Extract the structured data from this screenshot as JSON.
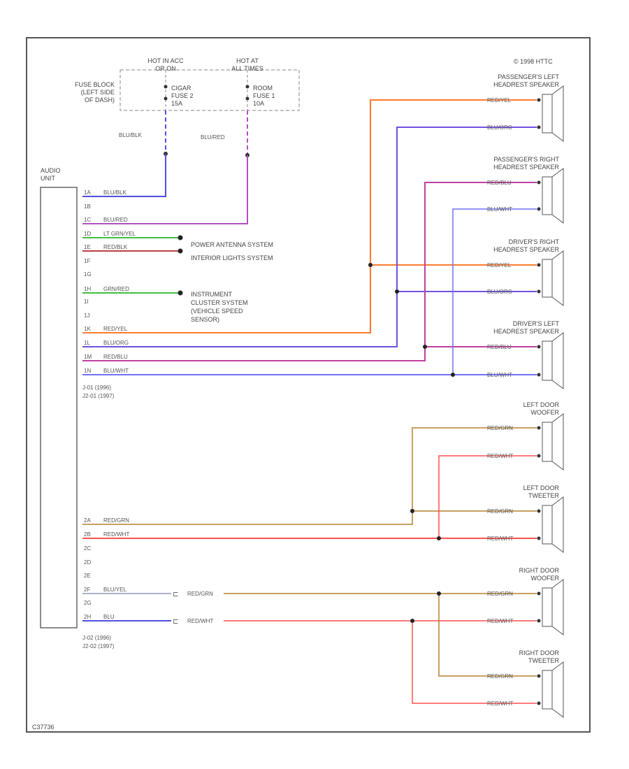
{
  "copyright": "© 1998 HTTC",
  "figure_id": "C37736",
  "fuse_block": {
    "label": [
      "FUSE BLOCK",
      "(LEFT SIDE",
      "OF DASH)"
    ],
    "hot_label_1": [
      "HOT IN ACC",
      "OR ON"
    ],
    "hot_label_2": [
      "HOT AT",
      "ALL TIMES"
    ],
    "fuse_1": [
      "CIGAR",
      "FUSE 2",
      "15A"
    ],
    "fuse_2": [
      "ROOM",
      "FUSE 1",
      "10A"
    ]
  },
  "audio_unit": {
    "label": [
      "AUDIO",
      "UNIT"
    ]
  },
  "feed_wires": [
    "BLU/BLK",
    "BLU/RED"
  ],
  "connector_a": [
    "J-01 (1996)",
    "J2-01 (1997)"
  ],
  "connector_b": [
    "J-02 (1996)",
    "J2-02 (1997)"
  ],
  "pins": [
    {
      "pin": "1A",
      "wire": "BLU/BLK"
    },
    {
      "pin": "1B",
      "wire": ""
    },
    {
      "pin": "1C",
      "wire": "BLU/RED"
    },
    {
      "pin": "1D",
      "wire": "LT GRN/YEL"
    },
    {
      "pin": "1E",
      "wire": "RED/BLK"
    },
    {
      "pin": "1F",
      "wire": ""
    },
    {
      "pin": "1G",
      "wire": ""
    },
    {
      "pin": "1H",
      "wire": "GRN/RED"
    },
    {
      "pin": "1I",
      "wire": ""
    },
    {
      "pin": "1J",
      "wire": ""
    },
    {
      "pin": "1K",
      "wire": "RED/YEL"
    },
    {
      "pin": "1L",
      "wire": "BLU/ORG"
    },
    {
      "pin": "1M",
      "wire": "RED/BLU"
    },
    {
      "pin": "1N",
      "wire": "BLU/WHT"
    },
    {
      "pin": "2A",
      "wire": "RED/GRN"
    },
    {
      "pin": "2B",
      "wire": "RED/WHT"
    },
    {
      "pin": "2C",
      "wire": ""
    },
    {
      "pin": "2D",
      "wire": ""
    },
    {
      "pin": "2E",
      "wire": ""
    },
    {
      "pin": "2F",
      "wire": "BLU/YEL"
    },
    {
      "pin": "2G",
      "wire": ""
    },
    {
      "pin": "2H",
      "wire": "BLU"
    }
  ],
  "systems": {
    "power_antenna": "POWER ANTENNA SYSTEM",
    "interior_lights": "INTERIOR LIGHTS SYSTEM",
    "instrument": [
      "INSTRUMENT",
      "CLUSTER SYSTEM",
      "(VEHICLE SPEED",
      "SENSOR)"
    ]
  },
  "spliced_wires": [
    "RED/GRN",
    "RED/WHT"
  ],
  "speakers": [
    {
      "name": [
        "PASSENGER'S LEFT",
        "HEADREST SPEAKER"
      ],
      "wires": [
        "RED/YEL",
        "BLU/ORG"
      ]
    },
    {
      "name": [
        "PASSENGER'S RIGHT",
        "HEADREST SPEAKER"
      ],
      "wires": [
        "RED/BLU",
        "BLU/WHT"
      ]
    },
    {
      "name": [
        "DRIVER'S RIGHT",
        "HEADREST SPEAKER"
      ],
      "wires": [
        "RED/YEL",
        "BLU/ORG"
      ]
    },
    {
      "name": [
        "DRIVER'S LEFT",
        "HEADREST SPEAKER"
      ],
      "wires": [
        "RED/BLU",
        "BLU/WHT"
      ]
    },
    {
      "name": [
        "LEFT DOOR",
        "WOOFER"
      ],
      "wires": [
        "RED/GRN",
        "RED/WHT"
      ]
    },
    {
      "name": [
        "LEFT DOOR",
        "TWEETER"
      ],
      "wires": [
        "RED/GRN",
        "RED/WHT"
      ]
    },
    {
      "name": [
        "RIGHT DOOR",
        "WOOFER"
      ],
      "wires": [
        "RED/GRN",
        "RED/WHT"
      ]
    },
    {
      "name": [
        "RIGHT DOOR",
        "TWEETER"
      ],
      "wires": [
        "RED/GRN",
        "RED/WHT"
      ]
    }
  ],
  "colors": {
    "blu_blk": "#5050e0",
    "blu_red": "#b050c0",
    "grn": "#40c040",
    "red_blk": "#c04040",
    "red_yel": "#ff7a30",
    "blu_org": "#7050e0",
    "red_blu": "#c040a0",
    "blu_wht": "#7070ff",
    "red_grn": "#c8a060",
    "red_wht": "#ff5050",
    "frame": "#555555"
  }
}
